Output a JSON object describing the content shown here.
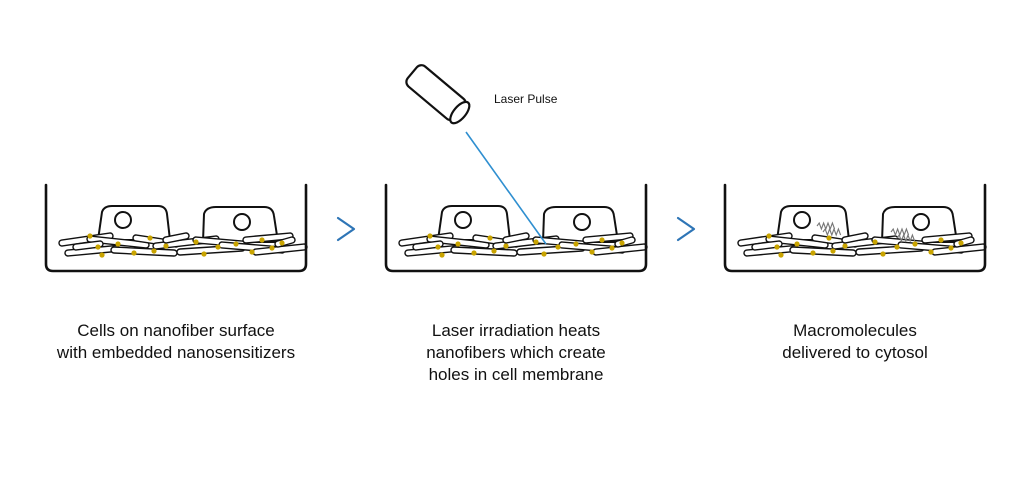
{
  "steps": [
    {
      "caption_lines": [
        "Cells on nanofiber surface",
        "with embedded nanosensitizers"
      ],
      "has_laser": false,
      "has_macromolecules": false
    },
    {
      "caption_lines": [
        "Laser irradiation heats",
        "nanofibers which create",
        "holes in cell membrane"
      ],
      "has_laser": true,
      "has_macromolecules": false
    },
    {
      "caption_lines": [
        "Macromolecules",
        "delivered to cytosol"
      ],
      "has_laser": false,
      "has_macromolecules": true
    }
  ],
  "laser": {
    "label": "Laser Pulse"
  },
  "colors": {
    "outline": "#111111",
    "nanosensitizer": "#c9a400",
    "arrow": "#2e75b6",
    "laser_beam": "#2f8fd0",
    "macromolecule": "#777777"
  }
}
